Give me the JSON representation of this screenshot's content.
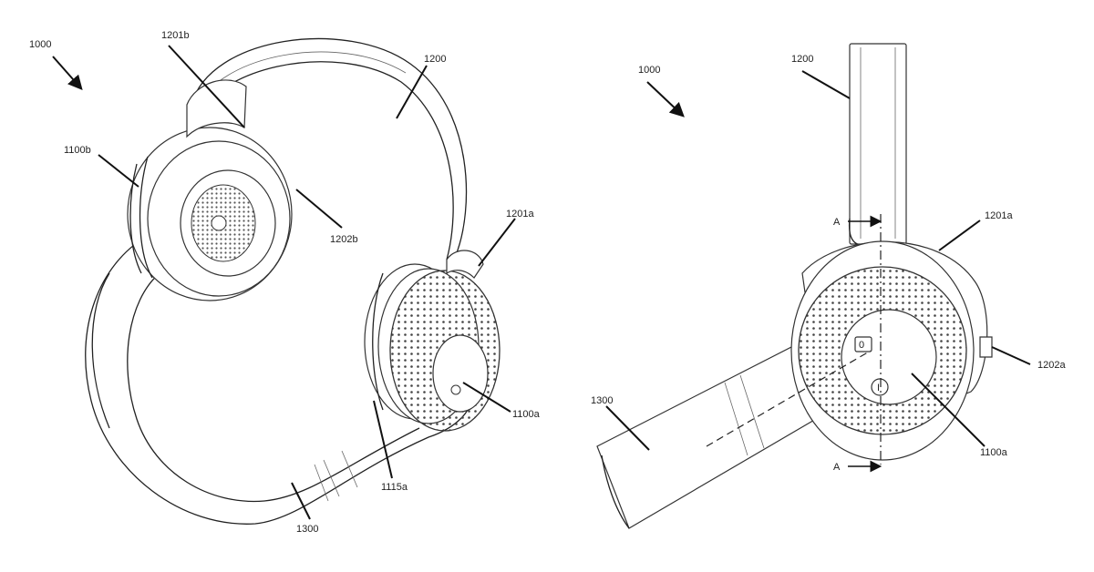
{
  "figure_left": {
    "labels": {
      "assembly": "1000",
      "headband": "1200",
      "pivot_b": "1201b",
      "earcup_b": "1100b",
      "port_b": "1202b",
      "pivot_a": "1201a",
      "earcup_a": "1100a",
      "joint_a": "1115a",
      "visor": "1300"
    }
  },
  "figure_right": {
    "labels": {
      "assembly": "1000",
      "headband": "1200",
      "pivot_a": "1201a",
      "port_a": "1202a",
      "earcup_a": "1100a",
      "visor": "1300",
      "section_top": "A",
      "section_bottom": "A",
      "button_mode": "0",
      "button_power": "I"
    }
  }
}
